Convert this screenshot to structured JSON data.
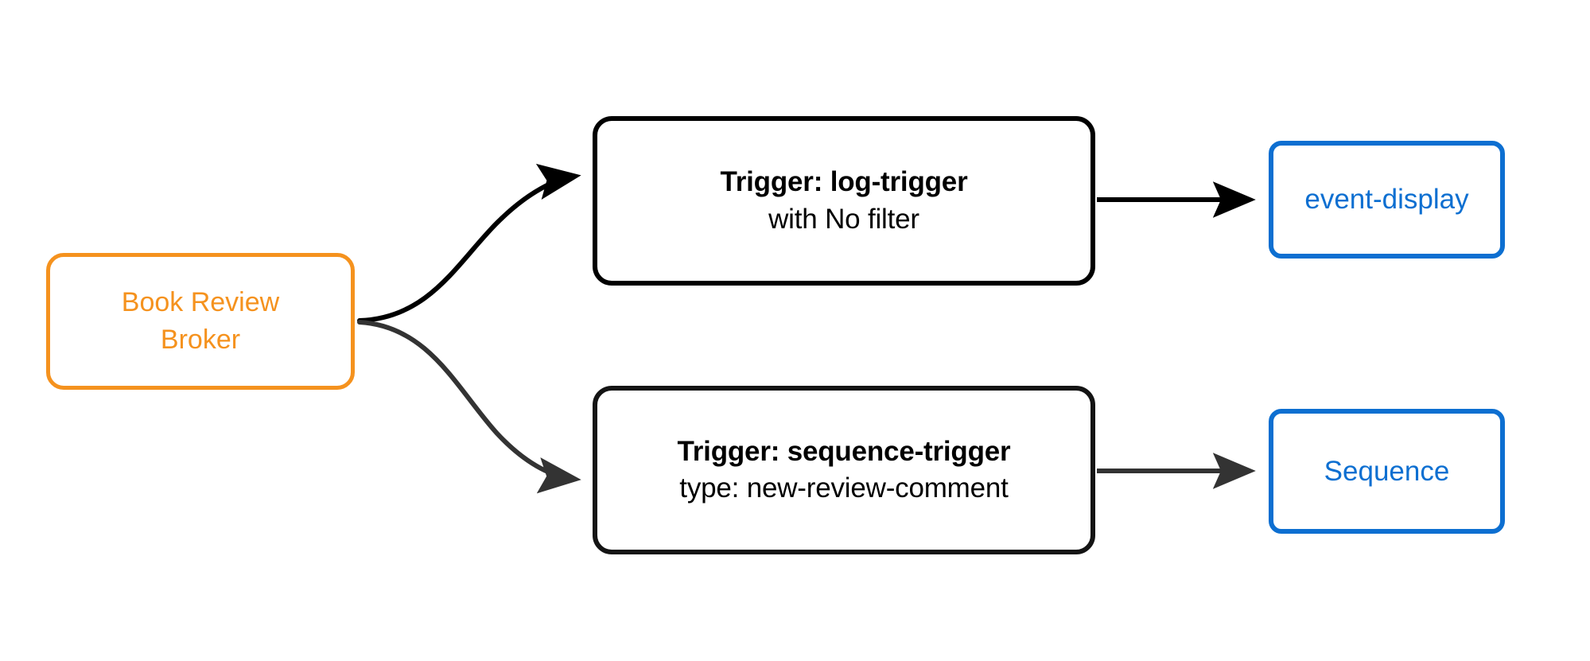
{
  "diagram": {
    "type": "flowchart",
    "direction": "left-to-right",
    "background_color": "#ffffff",
    "nodes": [
      {
        "id": "broker",
        "role": "source-broker",
        "lines": [
          "Book Review",
          "Broker"
        ],
        "text_color": "#F5921E",
        "border_color": "#F5921E",
        "fill_color": "#ffffff",
        "shape": "rounded-rectangle"
      },
      {
        "id": "trigger-log",
        "role": "trigger",
        "title": "Trigger: log-trigger",
        "subtitle": "with No filter",
        "text_color": "#000000",
        "border_color": "#000000",
        "fill_color": "#ffffff",
        "shape": "rounded-rectangle"
      },
      {
        "id": "trigger-sequence",
        "role": "trigger",
        "title": "Trigger: sequence-trigger",
        "subtitle": "type: new-review-comment",
        "text_color": "#000000",
        "border_color": "#141414",
        "fill_color": "#ffffff",
        "shape": "rounded-rectangle"
      },
      {
        "id": "target-event-display",
        "role": "target-sink",
        "label": "event-display",
        "text_color": "#0D6FD1",
        "border_color": "#0D6FD1",
        "fill_color": "#ffffff",
        "shape": "rounded-rectangle"
      },
      {
        "id": "target-sequence",
        "role": "target-sink",
        "label": "Sequence",
        "text_color": "#0D6FD1",
        "border_color": "#0D6FD1",
        "fill_color": "#ffffff",
        "shape": "rounded-rectangle"
      }
    ],
    "edges": [
      {
        "id": "edge-broker-to-log-trigger",
        "from": "broker",
        "to": "trigger-log",
        "style": "curved",
        "color": "#000000",
        "arrowhead": "filled-triangle",
        "label": ""
      },
      {
        "id": "edge-broker-to-sequence-trigger",
        "from": "broker",
        "to": "trigger-sequence",
        "style": "curved",
        "color": "#333333",
        "arrowhead": "filled-triangle",
        "label": ""
      },
      {
        "id": "edge-log-trigger-to-event-display",
        "from": "trigger-log",
        "to": "target-event-display",
        "style": "straight",
        "color": "#000000",
        "arrowhead": "filled-triangle",
        "label": ""
      },
      {
        "id": "edge-sequence-trigger-to-sequence",
        "from": "trigger-sequence",
        "to": "target-sequence",
        "style": "straight",
        "color": "#333333",
        "arrowhead": "filled-triangle",
        "label": ""
      }
    ]
  }
}
